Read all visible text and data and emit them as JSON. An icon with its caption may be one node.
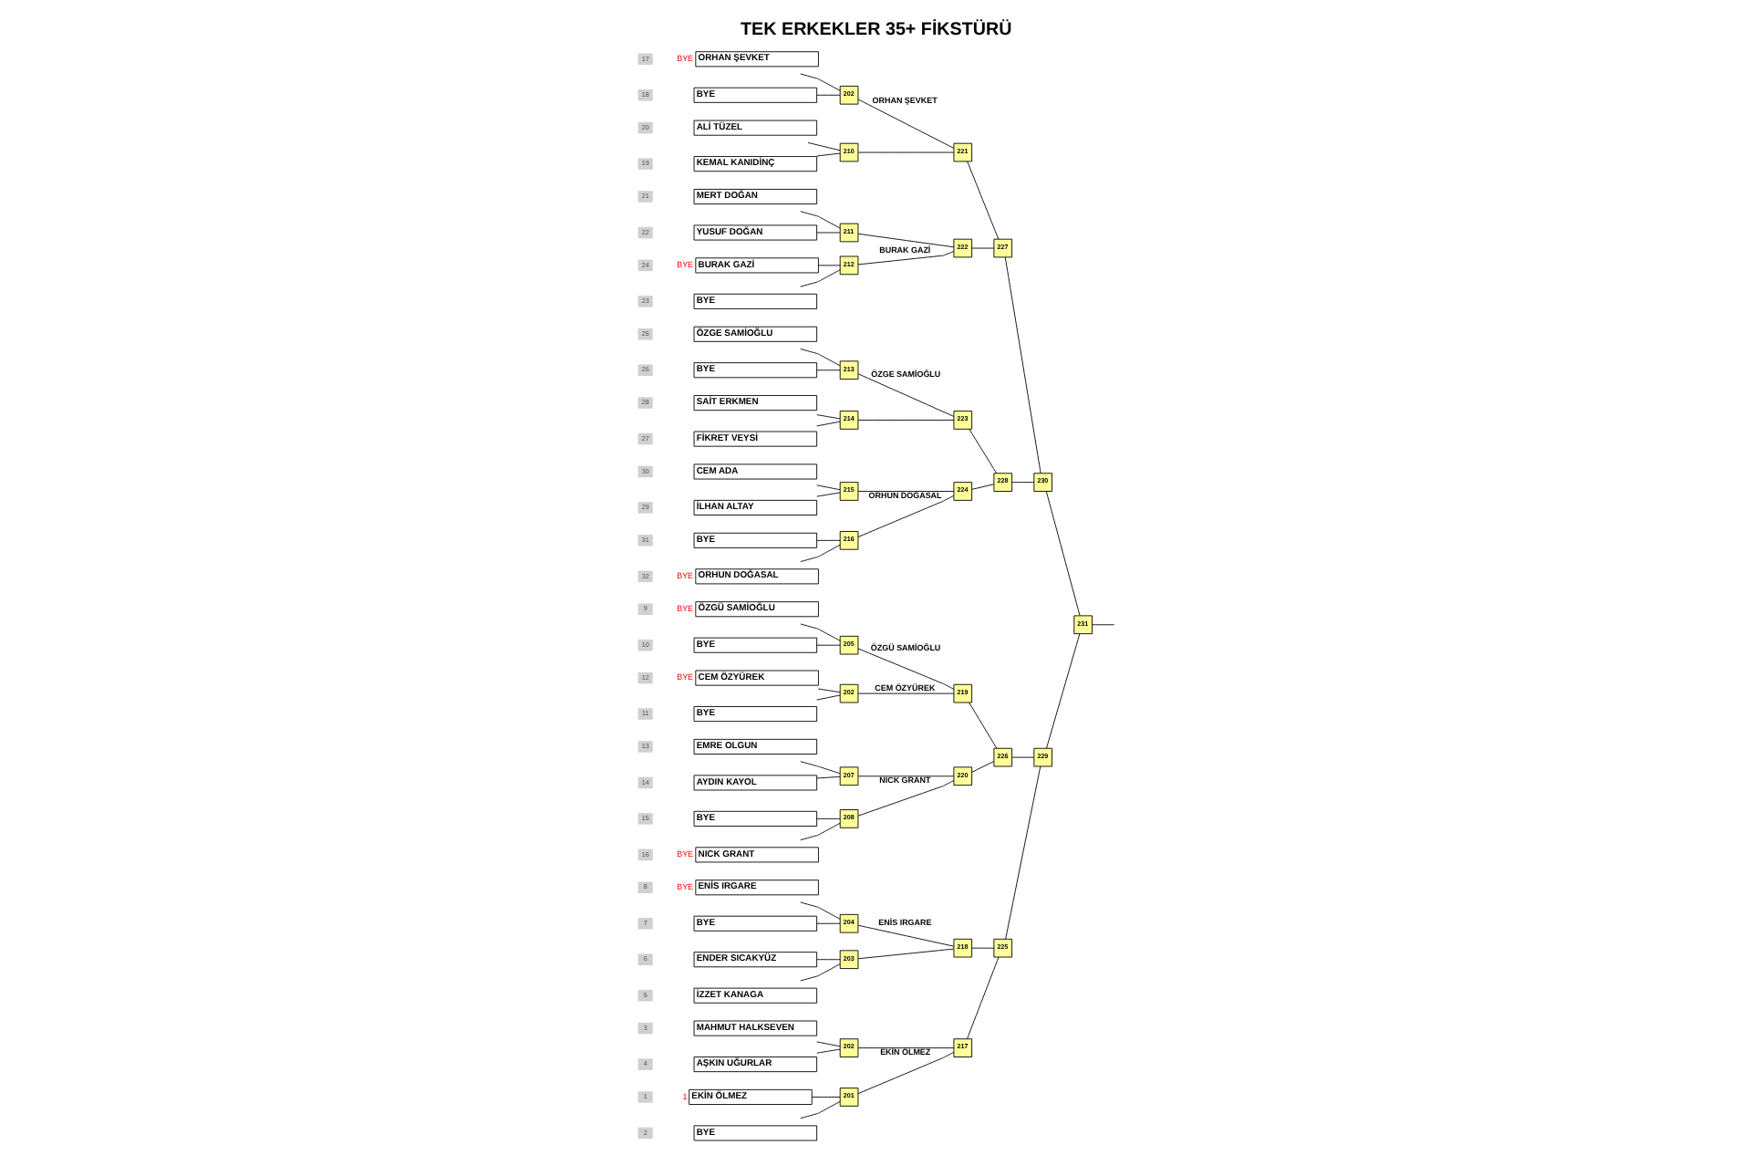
{
  "diagram": {
    "title": "TEK ERKEKLER 35+ FİKSTÜRÜ",
    "nodes": [
      {
        "text": [
          "EKİN ÖLMEZ"
        ],
        "beside": [
          "1"
        ]
      },
      {
        "text": [
          "BYE"
        ]
      },
      {
        "text": [
          "MAHMUT HALKSEVEN"
        ]
      },
      {
        "text": [
          "AŞKIN UĞURLAR"
        ]
      },
      {
        "text": [
          "İZZET KANAGA"
        ]
      },
      {
        "text": [
          "ENDER SICAKYÜZ"
        ]
      },
      {
        "text": [
          "BYE"
        ]
      },
      {
        "text": [
          "ENİS IRGARE"
        ],
        "beside": [
          "BYE"
        ]
      },
      {
        "text": [
          "ÖZGÜ SAMİOĞLU"
        ],
        "beside": [
          "BYE"
        ]
      },
      {
        "text": [
          "BYE"
        ]
      },
      {
        "text": [
          "BYE"
        ]
      },
      {
        "text": [
          "CEM ÖZYÜREK"
        ],
        "beside": [
          "BYE"
        ]
      },
      {
        "text": [
          "EMRE OLGUN"
        ]
      },
      {
        "text": [
          "AYDIN KAYOL"
        ]
      },
      {
        "text": [
          "BYE"
        ]
      },
      {
        "text": [
          "NICK GRANT"
        ],
        "beside": [
          "BYE"
        ]
      },
      {
        "text": [
          "ORHAN ŞEVKET"
        ],
        "beside": [
          "BYE"
        ]
      },
      {
        "text": [
          "BYE"
        ]
      },
      {
        "text": [
          "KEMAL KANIDİNÇ"
        ]
      },
      {
        "text": [
          "ALİ TÜZEL"
        ]
      },
      {
        "text": [
          "MERT DOĞAN"
        ]
      },
      {
        "text": [
          "YUSUF DOĞAN"
        ]
      },
      {
        "text": [
          "BYE"
        ]
      },
      {
        "text": [
          "BURAK GAZİ"
        ],
        "beside": [
          "BYE"
        ]
      },
      {
        "text": [
          "ÖZGE SAMİOĞLU"
        ]
      },
      {
        "text": [
          "BYE"
        ]
      },
      {
        "text": [
          "FİKRET VEYSİ"
        ]
      },
      {
        "text": [
          "SAİT ERKMEN"
        ]
      },
      {
        "text": [
          "İLHAN ALTAY"
        ]
      },
      {
        "text": [
          "CEM ADA"
        ]
      },
      {
        "text": [
          "BYE"
        ]
      },
      {
        "text": [
          "ORHUN DOĞASAL"
        ],
        "beside": [
          "BYE"
        ]
      },
      {
        "text": [
          "201"
        ]
      },
      {
        "text": [
          "202"
        ]
      },
      {
        "text": [
          "203"
        ]
      },
      {
        "text": [
          "204"
        ]
      },
      {
        "text": [
          "205"
        ]
      },
      {
        "text": [
          "202"
        ]
      },
      {
        "text": [
          "207"
        ]
      },
      {
        "text": [
          "208"
        ]
      },
      {
        "text": [
          "202"
        ]
      },
      {
        "text": [
          "210"
        ]
      },
      {
        "text": [
          "211"
        ]
      },
      {
        "text": [
          "212"
        ]
      },
      {
        "text": [
          "213"
        ]
      },
      {
        "text": [
          "214"
        ]
      },
      {
        "text": [
          "215"
        ]
      },
      {
        "text": [
          "216"
        ]
      },
      {
        "text": [
          "217"
        ]
      },
      {
        "text": [
          "218"
        ]
      },
      {
        "text": [
          "219"
        ]
      },
      {
        "text": [
          "220"
        ]
      },
      {
        "text": [
          "221"
        ]
      },
      {
        "text": [
          "222"
        ]
      },
      {
        "text": [
          "223"
        ]
      },
      {
        "text": [
          "224"
        ]
      },
      {
        "text": [
          "225"
        ]
      },
      {
        "text": [
          "226"
        ]
      },
      {
        "text": [
          "227"
        ]
      },
      {
        "text": [
          "228"
        ]
      },
      {
        "text": [
          "229"
        ]
      },
      {
        "text": [
          "230"
        ]
      },
      {
        "text": [
          "231"
        ]
      }
    ],
    "edges": [
      {
        "from": 0,
        "to": 32,
        "arrow": "none"
      },
      {
        "from": 1,
        "to": 32,
        "arrow": "none"
      },
      {
        "from": 2,
        "to": 33,
        "arrow": "none"
      },
      {
        "from": 3,
        "to": 33,
        "arrow": "none"
      },
      {
        "from": 4,
        "to": 34,
        "arrow": "none"
      },
      {
        "from": 5,
        "to": 34,
        "arrow": "none"
      },
      {
        "from": 6,
        "to": 35,
        "arrow": "none"
      },
      {
        "from": 7,
        "to": 35,
        "arrow": "none"
      },
      {
        "from": 8,
        "to": 36,
        "arrow": "none"
      },
      {
        "from": 9,
        "to": 36,
        "arrow": "none"
      },
      {
        "from": 10,
        "to": 37,
        "arrow": "none"
      },
      {
        "from": 11,
        "to": 37,
        "arrow": "none"
      },
      {
        "from": 12,
        "to": 38,
        "arrow": "none"
      },
      {
        "from": 13,
        "to": 38,
        "arrow": "none"
      },
      {
        "from": 14,
        "to": 39,
        "arrow": "none"
      },
      {
        "from": 15,
        "to": 39,
        "arrow": "none"
      },
      {
        "from": 16,
        "to": 40,
        "arrow": "none"
      },
      {
        "from": 17,
        "to": 40,
        "arrow": "none"
      },
      {
        "from": 18,
        "to": 41,
        "arrow": "none"
      },
      {
        "from": 19,
        "to": 41,
        "arrow": "none"
      },
      {
        "from": 20,
        "to": 42,
        "arrow": "none"
      },
      {
        "from": 21,
        "to": 42,
        "arrow": "none"
      },
      {
        "from": 22,
        "to": 43,
        "arrow": "none"
      },
      {
        "from": 23,
        "to": 43,
        "arrow": "none"
      },
      {
        "from": 24,
        "to": 44,
        "arrow": "none"
      },
      {
        "from": 25,
        "to": 44,
        "arrow": "none"
      },
      {
        "from": 26,
        "to": 45,
        "arrow": "none"
      },
      {
        "from": 27,
        "to": 45,
        "arrow": "none"
      },
      {
        "from": 28,
        "to": 46,
        "arrow": "none"
      },
      {
        "from": 29,
        "to": 46,
        "arrow": "none"
      },
      {
        "from": 30,
        "to": 47,
        "arrow": "none"
      },
      {
        "from": 31,
        "to": 47,
        "arrow": "none"
      },
      {
        "from": 32,
        "to": 48,
        "arrow": "none",
        "label": "EKİN ÖLMEZ"
      },
      {
        "from": 33,
        "to": 48,
        "arrow": "none"
      },
      {
        "from": 34,
        "to": 49,
        "arrow": "none"
      },
      {
        "from": 35,
        "to": 49,
        "arrow": "none",
        "label": "ENİS IRGARE"
      },
      {
        "from": 36,
        "to": 50,
        "arrow": "none",
        "label": "ÖZGÜ SAMİOĞLU"
      },
      {
        "from": 37,
        "to": 50,
        "arrow": "none",
        "label": "CEM ÖZYÜREK"
      },
      {
        "from": 38,
        "to": 51,
        "arrow": "none"
      },
      {
        "from": 39,
        "to": 51,
        "arrow": "none",
        "label": "NICK GRANT"
      },
      {
        "from": 40,
        "to": 52,
        "arrow": "none",
        "label": "ORHAN ŞEVKET"
      },
      {
        "from": 41,
        "to": 52,
        "arrow": "none"
      },
      {
        "from": 42,
        "to": 53,
        "arrow": "none"
      },
      {
        "from": 43,
        "to": 53,
        "arrow": "none",
        "label": "BURAK GAZİ"
      },
      {
        "from": 44,
        "to": 54,
        "arrow": "none",
        "label": "ÖZGE SAMİOĞLU"
      },
      {
        "from": 45,
        "to": 54,
        "arrow": "none"
      },
      {
        "from": 46,
        "to": 55,
        "arrow": "none"
      },
      {
        "from": 47,
        "to": 55,
        "arrow": "none",
        "label": "ORHUN DOĞASAL"
      },
      {
        "from": 48,
        "to": 56,
        "arrow": "none"
      },
      {
        "from": 49,
        "to": 56,
        "arrow": "none"
      },
      {
        "from": 50,
        "to": 57,
        "arrow": "none"
      },
      {
        "from": 51,
        "to": 57,
        "arrow": "none"
      },
      {
        "from": 52,
        "to": 58,
        "arrow": "none"
      },
      {
        "from": 53,
        "to": 58,
        "arrow": "none"
      },
      {
        "from": 54,
        "to": 59,
        "arrow": "none"
      },
      {
        "from": 55,
        "to": 59,
        "arrow": "none"
      },
      {
        "from": 56,
        "to": 60,
        "arrow": "none"
      },
      {
        "from": 57,
        "to": 60,
        "arrow": "none"
      },
      {
        "from": 58,
        "to": 61,
        "arrow": "none"
      },
      {
        "from": 59,
        "to": 61,
        "arrow": "none"
      },
      {
        "from": 60,
        "to": 62,
        "arrow": "none"
      },
      {
        "from": 61,
        "to": 62,
        "arrow": "none"
      },
      {
        "from": 62,
        "to": null,
        "arrow": "none"
      }
    ],
    "labels": [
      "1",
      "2",
      "3",
      "4",
      "5",
      "6",
      "7",
      "8",
      "9",
      "10",
      "11",
      "12",
      "13",
      "14",
      "15",
      "16",
      "17",
      "18",
      "19",
      "20",
      "21",
      "22",
      "23",
      "24",
      "25",
      "26",
      "27",
      "28",
      "29",
      "30",
      "31",
      "32"
    ]
  }
}
